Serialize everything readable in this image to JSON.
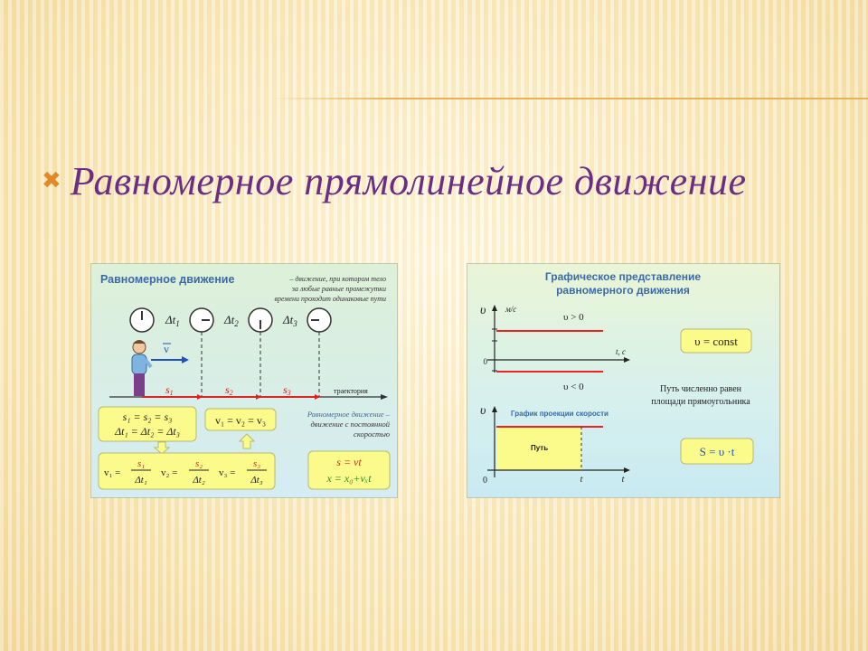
{
  "slide": {
    "title": "Равномерное  прямолинейное  движение",
    "bullet_icon": "x-bullet-icon"
  },
  "left": {
    "heading": "Равномерное движение",
    "definition": [
      "– движение, при котором тело",
      "за любые равные промежутки",
      "времени проходит одинаковые пути"
    ],
    "velocity_label": "v",
    "dt": [
      "Δt",
      "Δt",
      "Δt"
    ],
    "dt_sub": [
      "1",
      "2",
      "3"
    ],
    "seg_labels": [
      "s",
      "s",
      "s"
    ],
    "seg_sub": [
      "1",
      "2",
      "3"
    ],
    "trajectory_label": "траектория",
    "box1_line1": "s₁ = s₂ = s₃",
    "box1_line2": "Δt₁ = Δt₂ = Δt₃",
    "box2": "v₁ = v₂ = v₃",
    "note": [
      "Равномерное движение –",
      "движение с постоянной",
      "скоростью"
    ],
    "formula_v": [
      "v₁ =",
      "v₂ =",
      "v₃ ="
    ],
    "frac_num": [
      "s₁",
      "s₂",
      "s₃"
    ],
    "frac_den": [
      "Δt₁",
      "Δt₂",
      "Δt₃"
    ],
    "formula_s": "s = vt",
    "formula_x": "x = x₀+vₓt"
  },
  "right": {
    "heading": [
      "Графическое представление",
      "равномерного движения"
    ],
    "axis_v": "υ",
    "unit_v": "м/с",
    "axis_t": "t, c",
    "pos_label": "υ  > 0",
    "neg_label": "υ  < 0",
    "zero": "0",
    "const_box": "υ = const",
    "path_note": [
      "Путь численно равен",
      "площади прямоугольника"
    ],
    "graph2_title": "График проекции скорости",
    "path_word": "Путь",
    "t_label": "t",
    "formula_S": "S = υ ·t",
    "colors": {
      "line": "#e22",
      "area": "#fbfb8c",
      "box": "#fbfb8c"
    }
  }
}
